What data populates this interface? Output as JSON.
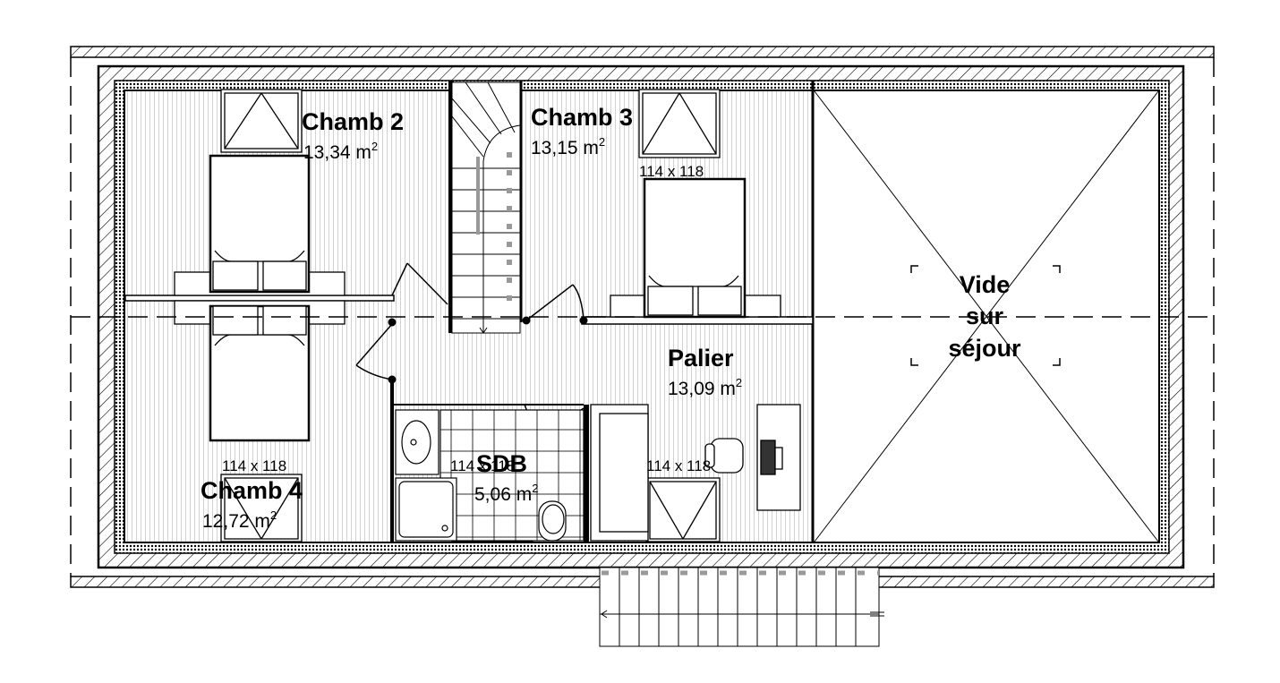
{
  "rooms": {
    "chamb2": {
      "name": "Chamb 2",
      "area": "13,34 m",
      "sup": "2"
    },
    "chamb3": {
      "name": "Chamb 3",
      "area": "13,15 m",
      "sup": "2"
    },
    "chamb4": {
      "name": "Chamb 4",
      "area": "12,72 m",
      "sup": "2"
    },
    "sdb": {
      "name": "SDB",
      "area": "5,06 m",
      "sup": "2"
    },
    "palier": {
      "name": "Palier",
      "area": "13,09 m",
      "sup": "2"
    }
  },
  "void": {
    "line1": "Vide",
    "line2": "sur",
    "line3": "séjour"
  },
  "windows": {
    "chamb3": "114 x 118",
    "chamb4": "114 x 118",
    "sdb": "114 x 118",
    "palier": "114 x 118"
  },
  "colors": {
    "line": "#000000",
    "grey": "#999999",
    "floor_stripe": "#d0d0d0"
  }
}
